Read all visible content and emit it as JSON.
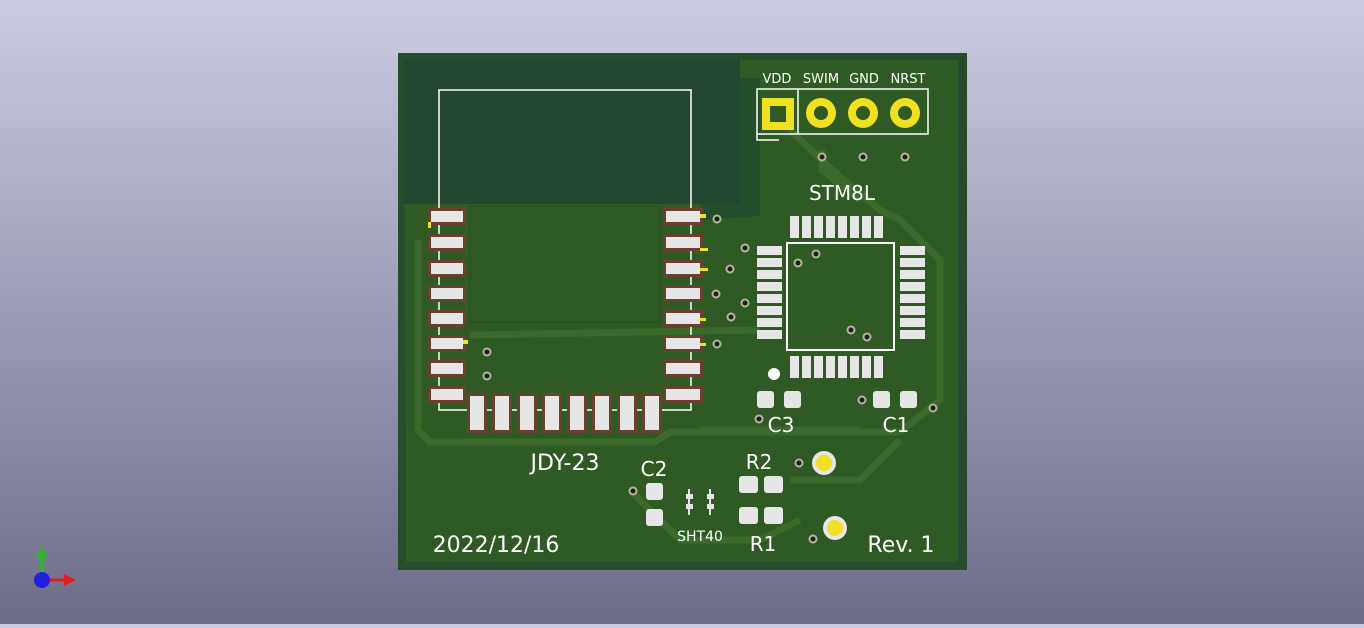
{
  "viewer": {
    "axis_indicator": {
      "x_color": "#e02020",
      "y_color": "#20c020",
      "z_color": "#2020e0"
    }
  },
  "board": {
    "colors": {
      "substrate": "#244d2c",
      "copper_fill": "#2f5a24",
      "trace": "#3b6a2a",
      "silkscreen": "#ffffff",
      "pad_silver": "#e6e6e6",
      "pad_gold": "#f0e020",
      "pad_outline": "#6a4030"
    },
    "labels": {
      "header_pins": [
        "VDD",
        "SWIM",
        "GND",
        "NRST"
      ],
      "mcu": "STM8L",
      "module": "JDY-23",
      "sensor": "SHT40",
      "date": "2022/12/16",
      "revision": "Rev. 1",
      "c1": "C1",
      "c2": "C2",
      "c3": "C3",
      "r1": "R1",
      "r2": "R2"
    }
  }
}
